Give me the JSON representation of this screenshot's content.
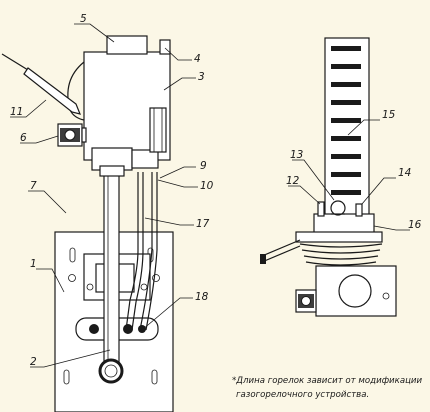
{
  "callouts": {
    "c1": "1",
    "c2": "2",
    "c3": "3",
    "c4": "4",
    "c5": "5",
    "c6": "6",
    "c7": "7",
    "c9": "9",
    "c10": "10",
    "c11": "11",
    "c12": "12",
    "c13": "13",
    "c14": "14",
    "c15": "15",
    "c16": "16",
    "c17": "17",
    "c18": "18"
  },
  "footnote": {
    "line1": "*Длина горелок зависит от модификации",
    "line2": "газогорелочного устройства."
  },
  "colors": {
    "background": "#fbf7e6",
    "line": "#1a1a1a"
  }
}
